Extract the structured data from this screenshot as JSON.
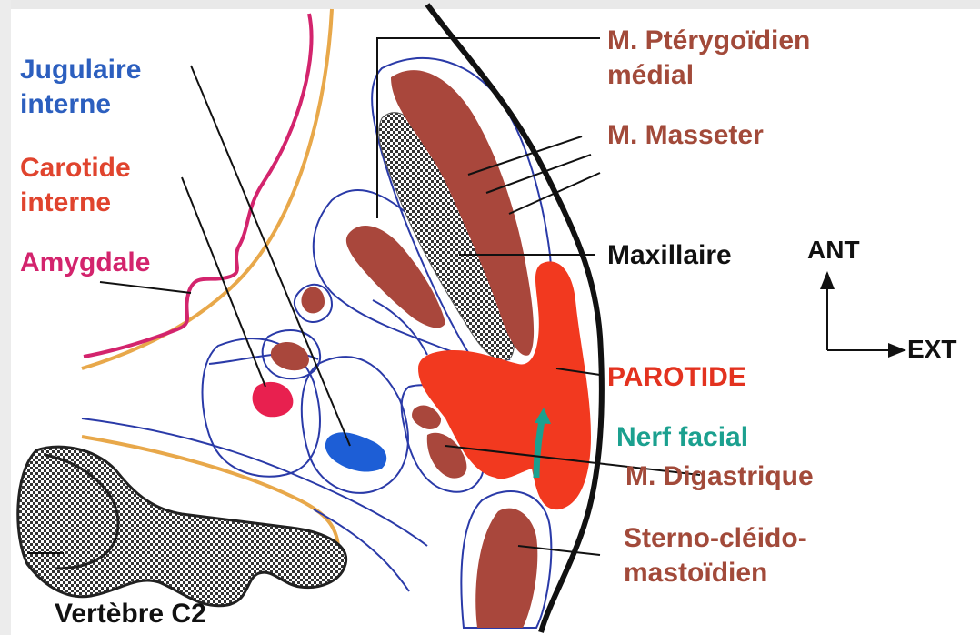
{
  "labels": {
    "pterygoidien_line1": "M. Ptérygoïdien",
    "pterygoidien_line2": "médial",
    "masseter": "M. Masseter",
    "maxillaire": "Maxillaire",
    "parotide": "PAROTIDE",
    "nerf_facial": "Nerf facial",
    "digastrique": "M. Digastrique",
    "scm_line1": "Sterno-cléido-",
    "scm_line2": "mastoïdien",
    "jugulaire_line1": "Jugulaire",
    "jugulaire_line2": "interne",
    "carotide_line1": "Carotide",
    "carotide_line2": "interne",
    "amygdale": "Amygdale",
    "vertebre": "Vertèbre C2"
  },
  "orientation": {
    "ant": "ANT",
    "ext": "EXT"
  },
  "colors": {
    "muscle": "#a24a3a",
    "muscle_fill": "#a9473c",
    "parotide": "#f2391f",
    "jugulaire": "#1d5ed6",
    "carotide": "#e8204f",
    "amygdale": "#d3246d",
    "nerf": "#1ba08f",
    "fascia": "#e8a84a",
    "outline": "#2a3aa8"
  }
}
